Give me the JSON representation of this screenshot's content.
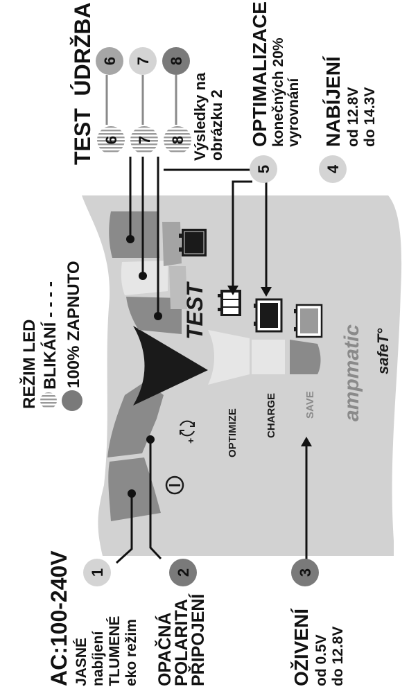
{
  "colors": {
    "panel": "#d2d2d2",
    "dark_button": "#8a8a8a",
    "mid_button": "#a4a4a4",
    "light_area": "#e4e4e4",
    "text_dark": "#111111",
    "brand_gray": "#8a8a8a",
    "badge_dark": "#7a7a7a",
    "badge_mid": "#a6a6a6",
    "badge_light": "#d4d4d4"
  },
  "power_label": {
    "title": "AC:100-240V",
    "lines": [
      "JASNÉ",
      "nabíjení",
      "TLUMENÉ",
      "eko režim"
    ]
  },
  "polarity_label": {
    "lines": [
      "OPAČNÁ",
      "POLARITA",
      "PŘIPOJENÍ"
    ]
  },
  "revive_label": {
    "title": "OŽIVENÍ",
    "lines": [
      "od 0.5V",
      "do 12.8V"
    ]
  },
  "led_legend": {
    "title": "REŽIM LED",
    "blink": "BLIKÁNÍ - - - -",
    "on": "100% ZAPNUTO"
  },
  "test_header": "TEST  ÚDRŽBA",
  "results_note": {
    "lines": [
      "Výsledky na",
      "obrázku 2"
    ]
  },
  "optimize_label": {
    "title": "OPTIMALIZACE",
    "lines": [
      "konečných 20%",
      "vyrovnání"
    ]
  },
  "charge_label": {
    "title": "NABÍJENÍ",
    "lines": [
      "od 12.8V",
      "do 14.3V"
    ]
  },
  "badges": [
    "1",
    "2",
    "3",
    "4",
    "5",
    "6",
    "7",
    "8"
  ],
  "panel": {
    "optimize": "OPTIMIZE",
    "charge": "CHARGE",
    "save": "SAVE",
    "test": "TEST",
    "brand": "ampmatic",
    "sub_brand": "safeT°"
  }
}
